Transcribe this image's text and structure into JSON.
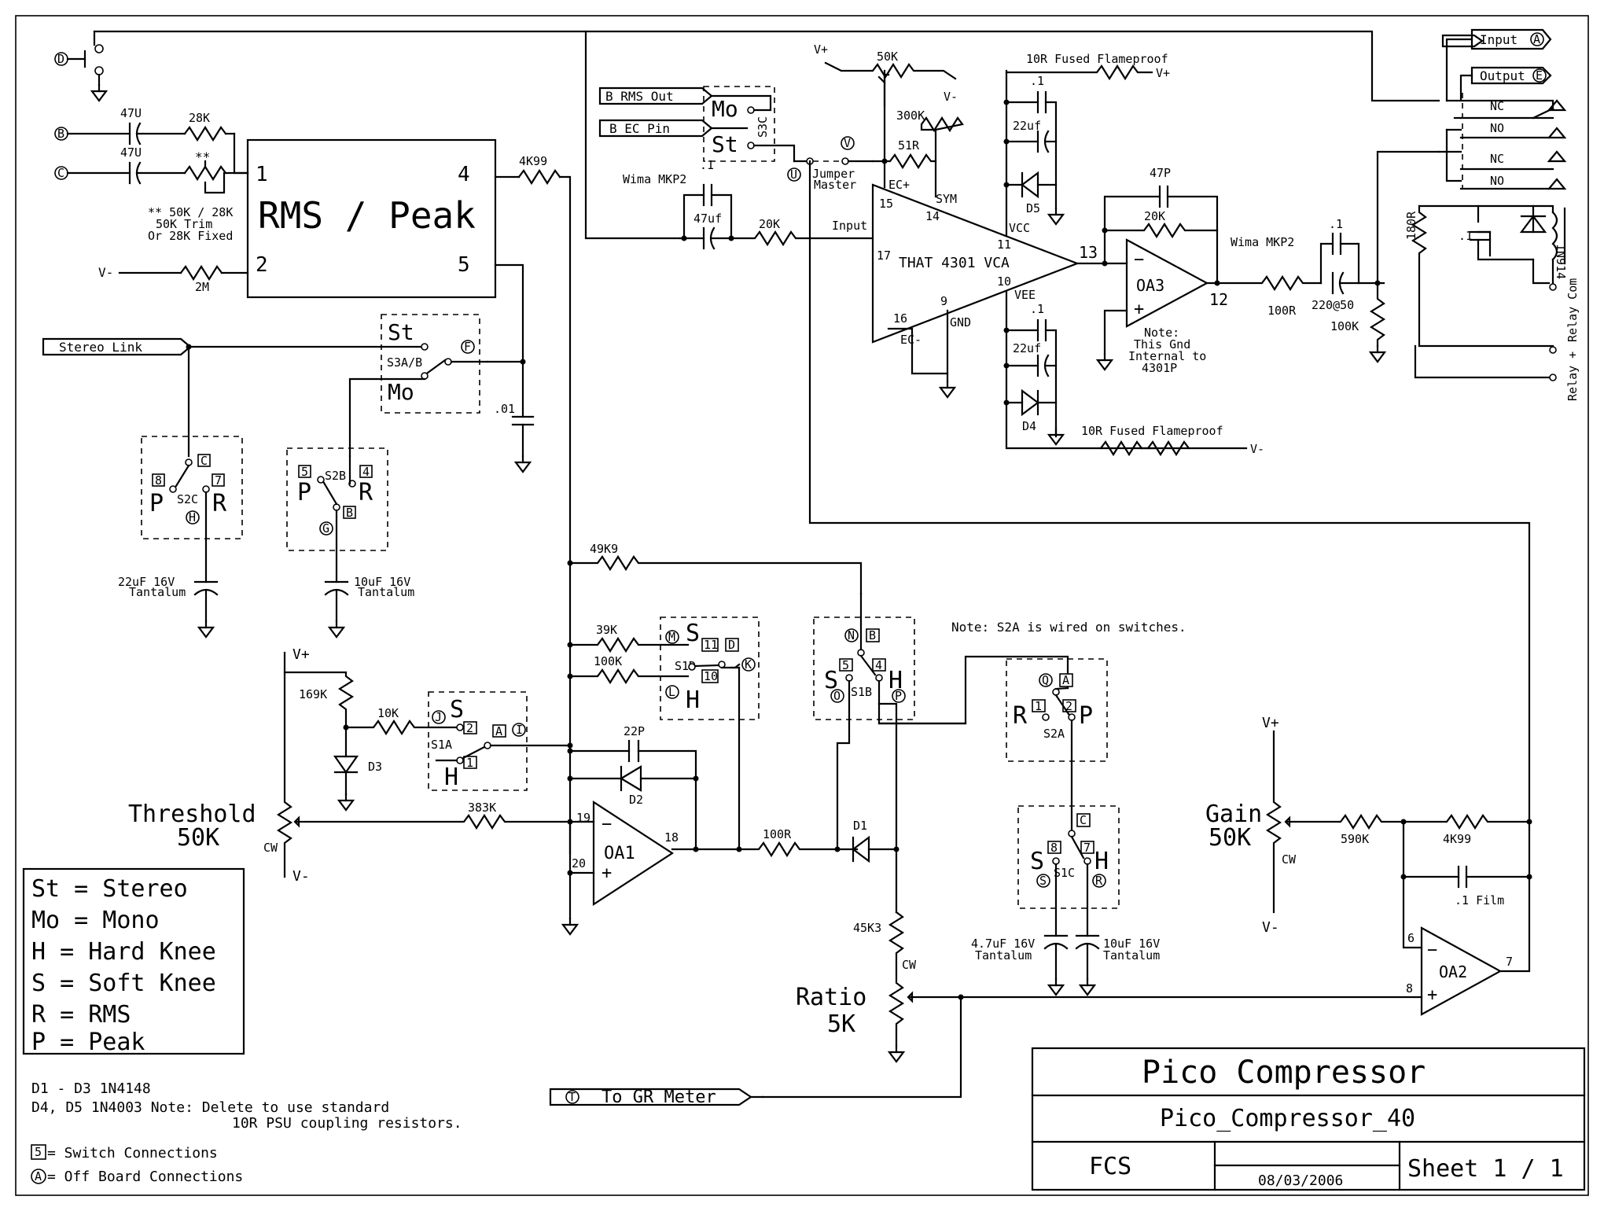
{
  "title_block": {
    "title": "Pico Compressor",
    "filename": "Pico_Compressor_40",
    "author": "FCS",
    "date": "08/03/2006",
    "sheet": "Sheet  1  /  1"
  },
  "legend": {
    "lines": [
      "St = Stereo",
      "Mo = Mono",
      "H = Hard Knee",
      "S = Soft Knee",
      "R = RMS",
      "P = Peak"
    ]
  },
  "notes": {
    "diodes_1": "D1 - D3   1N4148",
    "diodes_2": "D4, D5   1N4003 Note: Delete to use standard",
    "diodes_3": "10R PSU coupling resistors.",
    "switch_conn": "= Switch Connections",
    "offboard_conn": "= Off Board Connections",
    "s2a_note": "Note: S2A is wired on switches.",
    "gnd_note_1": "Note:",
    "gnd_note_2": "This Gnd",
    "gnd_note_3": "Internal to",
    "gnd_note_4": "4301P",
    "trim_1": "** 50K / 28K",
    "trim_2": "50K Trim",
    "trim_3": "Or 28K Fixed"
  },
  "ics": {
    "rms_peak": "RMS / Peak",
    "vca": "THAT 4301 VCA",
    "oa1": "OA1",
    "oa2": "OA2",
    "oa3": "OA3"
  },
  "controls": {
    "threshold": "Threshold",
    "threshold_val": "50K",
    "ratio": "Ratio",
    "ratio_val": "5K",
    "gain": "Gain",
    "gain_val": "50K"
  },
  "io": {
    "stereo_link": "Stereo Link",
    "to_gr_meter": "To GR Meter",
    "b_rms_out": "B RMS Out",
    "b_ec_pin": "B EC Pin",
    "input": "Input",
    "output": "Output",
    "relay_plus": "Relay +",
    "relay_com": "Relay Com"
  },
  "components": {
    "c47u_1": "47U",
    "r28k": "28K",
    "c47u_2": "47U",
    "trim": "**",
    "r2m": "2M",
    "r4k99": "4K99",
    "c01": ".01",
    "tant22": "22uF 16V",
    "tant10": "10uF 16V",
    "tantalum": "Tantalum",
    "r49k9": "49K9",
    "r39k": "39K",
    "r100k": "100K",
    "r169k": "169K",
    "r10k": "10K",
    "d3": "D3",
    "r383k": "383K",
    "c22p": "22P",
    "d2": "D2",
    "r100r": "100R",
    "d1": "D1",
    "r45k3": "45K3",
    "tant47": "4.7uF 16V",
    "wima": "Wima MKP2",
    "c_1": ".1",
    "c47uf": "47uf",
    "r20k": "20K",
    "jumper": "Jumper",
    "master": "Master",
    "r50k": "50K",
    "r300k": "300K",
    "r51r": "51R",
    "fuse_top": "10R Fused Flameproof",
    "fuse_bot": "10R Fused Flameproof",
    "c22uf": "22uf",
    "d5": "D5",
    "d4": "D4",
    "c47p": "47P",
    "r20k_fb": "20K",
    "r100r_out": "100R",
    "c220": "220@50",
    "r100k_out": "100K",
    "r180r": "180R",
    "d1n914": "1N914",
    "r590k": "590K",
    "r4k99_b": "4K99",
    "c1film": ".1 Film",
    "nc": "NC",
    "no": "NO",
    "vplus": "V+",
    "vminus": "V-",
    "cw": "CW",
    "ecp": "EC+",
    "ecm": "EC-",
    "sym": "SYM",
    "vcc": "VCC",
    "vee": "VEE",
    "gnd": "GND"
  }
}
